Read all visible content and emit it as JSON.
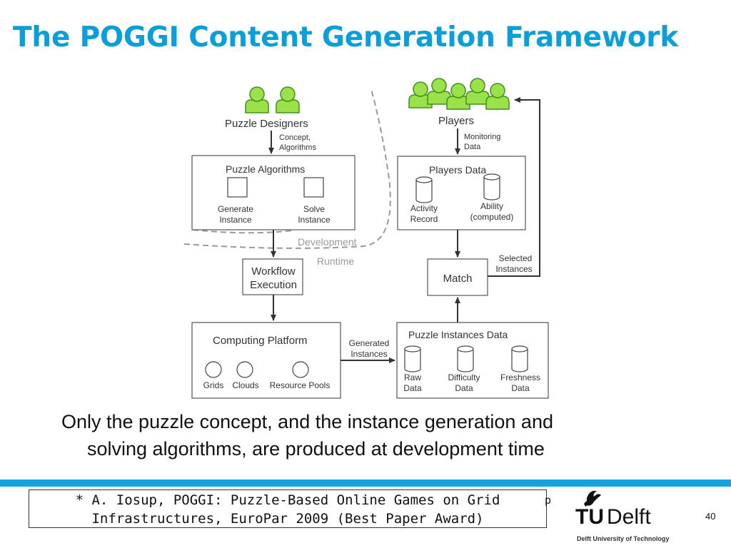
{
  "title": "The POGGI Content Generation Framework",
  "diagram": {
    "puzzle_designers": "Puzzle Designers",
    "concept_label": [
      "Concept,",
      "Algorithms"
    ],
    "puzzle_algorithms": "Puzzle Algorithms",
    "generate_instance": [
      "Generate",
      "Instance"
    ],
    "solve_instance": [
      "Solve",
      "Instance"
    ],
    "development": "Development",
    "runtime": "Runtime",
    "workflow_execution": [
      "Workflow",
      "Execution"
    ],
    "computing_platform": "Computing Platform",
    "grids": "Grids",
    "clouds": "Clouds",
    "resource_pools": "Resource Pools",
    "generated_instances": [
      "Generated",
      "Instances"
    ],
    "players": "Players",
    "monitoring_data": [
      "Monitoring",
      "Data"
    ],
    "players_data": "Players Data",
    "activity_record": [
      "Activity",
      "Record"
    ],
    "ability": [
      "Ability",
      "(computed)"
    ],
    "match": "Match",
    "selected_instances": [
      "Selected",
      "Instances"
    ],
    "puzzle_instances_data": "Puzzle Instances Data",
    "raw_data": [
      "Raw",
      "Data"
    ],
    "difficulty_data": [
      "Difficulty",
      "Data"
    ],
    "freshness_data": [
      "Freshness",
      "Data"
    ]
  },
  "caption": {
    "line1": "Only the puzzle concept, and the instance generation and",
    "line2": "solving algorithms, are produced at development time"
  },
  "citation": {
    "line1": "* A. Iosup, POGGI: Puzzle-Based Online Games on Grid",
    "line2": "Infrastructures, EuroPar 2009 (Best Paper Award)",
    "trail": "p"
  },
  "logo": {
    "tu": "TU",
    "delft": "Delft",
    "subtitle": "Delft University of Technology"
  },
  "page_number": "40",
  "colors": {
    "title": "#0a9fd8",
    "bar": "#13a3dc",
    "person_fill": "#9be24a",
    "person_stroke": "#3f8f1e"
  }
}
